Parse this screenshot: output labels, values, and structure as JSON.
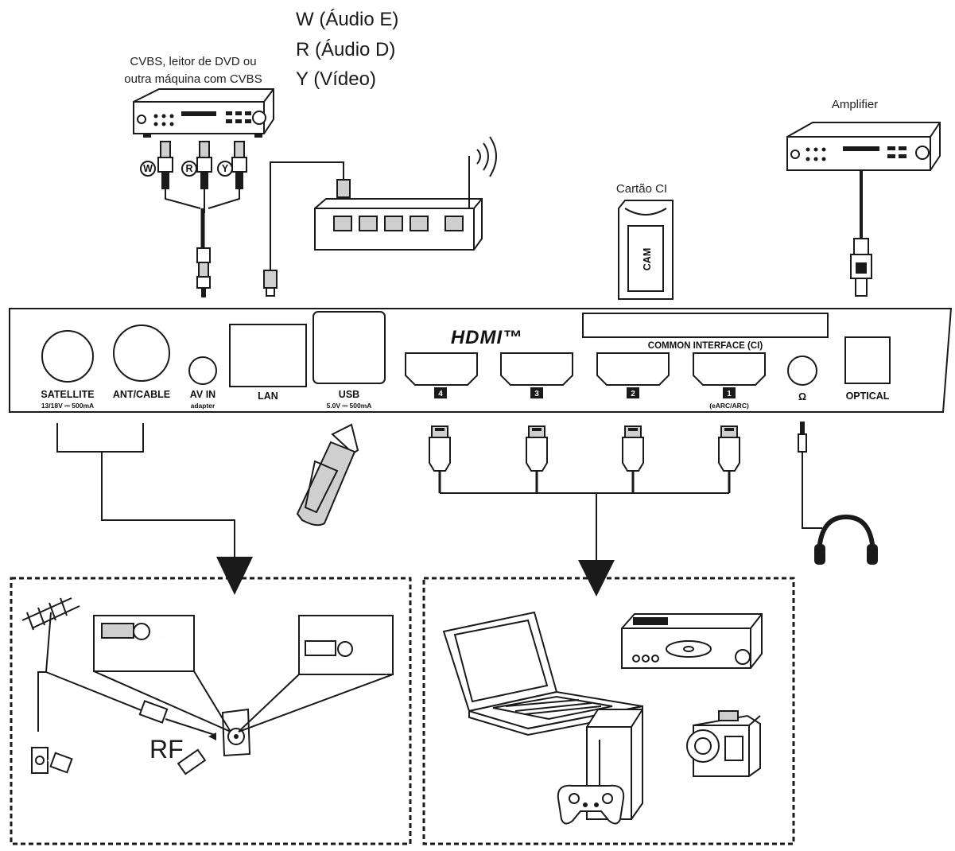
{
  "labels": {
    "cvbs_line1": "CVBS, leitor de DVD ou",
    "cvbs_line2": "outra máquina com CVBS",
    "audio_left": "W (Áudio E)",
    "audio_right": "R (Áudio D)",
    "video": "Y (Vídeo)",
    "amplifier": "Amplifier",
    "ci_card": "Cartão CI",
    "cam": "CAM",
    "rf": "RF",
    "jack_w": "W",
    "jack_r": "R",
    "jack_y": "Y"
  },
  "panel": {
    "satellite": "SATELLITE",
    "satellite_sub": "13/18V ⎓ 500mA",
    "ant_cable": "ANT/CABLE",
    "av_in": "AV IN",
    "av_in_sub": "adapter",
    "lan": "LAN",
    "usb": "USB",
    "usb_sub": "5.0V ⎓ 500mA",
    "hdmi_logo": "HDMI™",
    "common_interface": "COMMON INTERFACE (CI)",
    "hdmi_ports": [
      "4",
      "3",
      "2",
      "1"
    ],
    "hdmi1_sub": "(eARC/ARC)",
    "headphone_symbol": "Ω",
    "optical": "OPTICAL"
  }
}
